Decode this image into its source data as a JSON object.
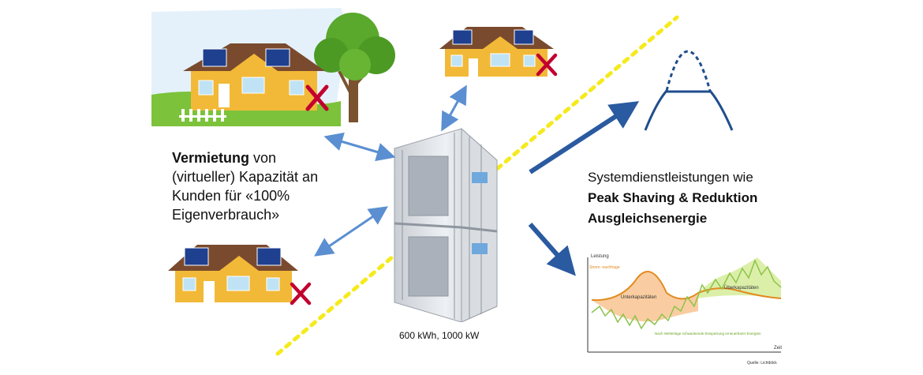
{
  "left_text": {
    "line1_bold": "Vermietung",
    "line1_rest": " von",
    "line2": "(virtueller) Kapazität an",
    "line3": "Kunden für «100%",
    "line4": "Eigenverbrauch»"
  },
  "right_text": {
    "line1": "Systemdienstleistungen wie",
    "line2": "Peak Shaving & Reduktion",
    "line3": "Ausgleichsenergie"
  },
  "storage_caption": "600 kWh, 1000 kW",
  "graph": {
    "y_axis_label": "Leistung",
    "x_axis_label": "Zeit",
    "source": "Quelle: Lichtblick",
    "label_stromnachfrage": "Strom-\nnachfrage",
    "label_unterkapazitaeten": "Unterkapazitäten",
    "label_ueberkapazitaeten": "Überkapazitäten",
    "label_wetterlage": "Nach Wetterlage\nschwankende Einspeisung\nerneuerbarer Energien"
  },
  "colors": {
    "arrow_dark_blue": "#2a5aa0",
    "arrow_light_blue": "#5b8fd1",
    "dotted_line_yellow": "#f5ea1c",
    "peak_curve": "#1f4e8c",
    "cross_red": "#c2002f",
    "house_wall": "#f2b938",
    "roof": "#7a4a2e",
    "demand_curve": "#e28a1e",
    "renewable_curve": "#8bc34a"
  },
  "icons": [
    "house-with-tree",
    "house-small",
    "storage-container",
    "red-cross"
  ]
}
